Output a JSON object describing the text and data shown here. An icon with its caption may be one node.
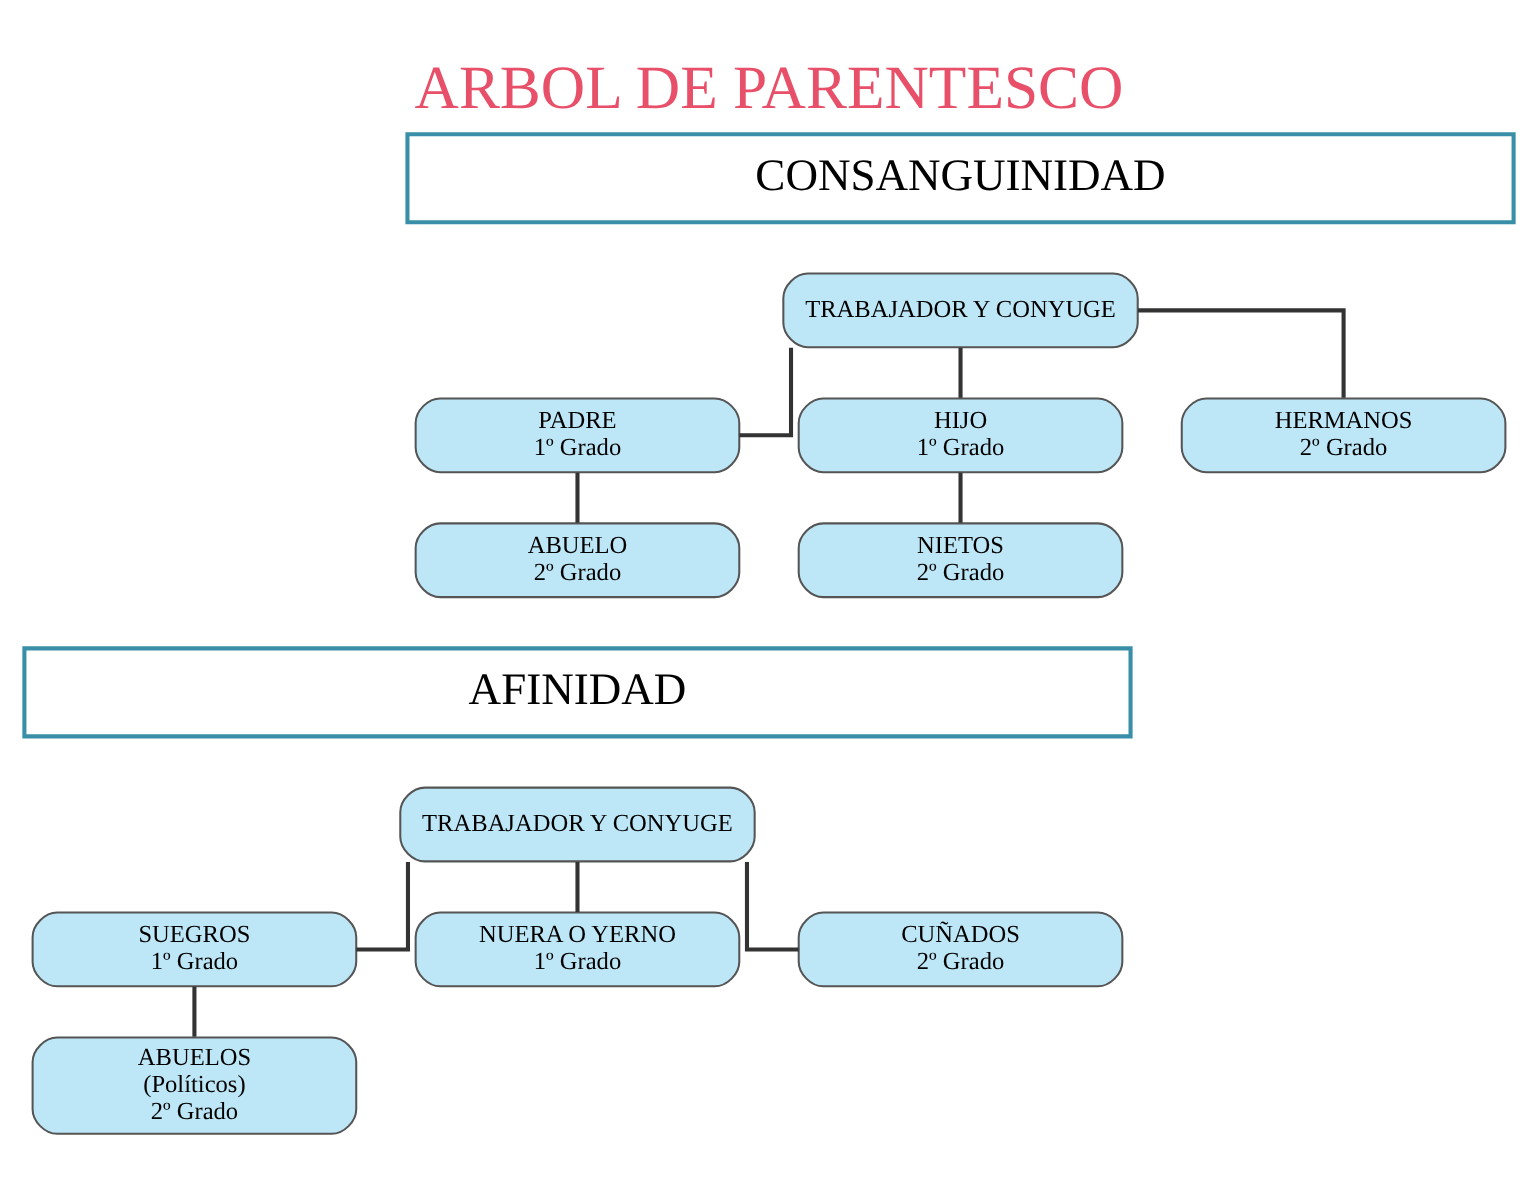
{
  "diagram": {
    "title": "ARBOL DE PARENTESCO",
    "nodes": [
      {
        "text": [
          "CONSANGUINIDAD"
        ]
      },
      {
        "text": [
          "TRABAJADOR Y CONYUGE"
        ]
      },
      {
        "text": [
          "PADRE",
          "1º Grado"
        ]
      },
      {
        "text": [
          "HIJO",
          "1º Grado"
        ]
      },
      {
        "text": [
          "ABUELO",
          "2º Grado"
        ]
      },
      {
        "text": [
          "NIETOS",
          "2º Grado"
        ]
      },
      {
        "text": [
          "HERMANOS",
          "2º Grado"
        ]
      },
      {
        "text": [
          "AFINIDAD"
        ]
      },
      {
        "text": [
          "TRABAJADOR Y CONYUGE"
        ]
      },
      {
        "text": [
          "SUEGROS",
          "1º Grado"
        ]
      },
      {
        "text": [
          "NUERA O YERNO",
          "1º Grado"
        ]
      },
      {
        "text": [
          "ABUELOS",
          "(Políticos)",
          "2º Grado"
        ]
      },
      {
        "text": [
          "CUÑADOS",
          "2º Grado"
        ]
      }
    ],
    "edges": [
      {
        "from": 1,
        "to": 2,
        "arrow": "none"
      },
      {
        "from": 1,
        "to": 3,
        "arrow": "none"
      },
      {
        "from": 1,
        "to": 6,
        "arrow": "none"
      },
      {
        "from": 2,
        "to": 4,
        "arrow": "none"
      },
      {
        "from": 3,
        "to": 5,
        "arrow": "none"
      },
      {
        "from": 8,
        "to": 9,
        "arrow": "none"
      },
      {
        "from": 8,
        "to": 10,
        "arrow": "none"
      },
      {
        "from": 8,
        "to": 12,
        "arrow": "none"
      },
      {
        "from": 9,
        "to": 11,
        "arrow": "none"
      }
    ]
  }
}
